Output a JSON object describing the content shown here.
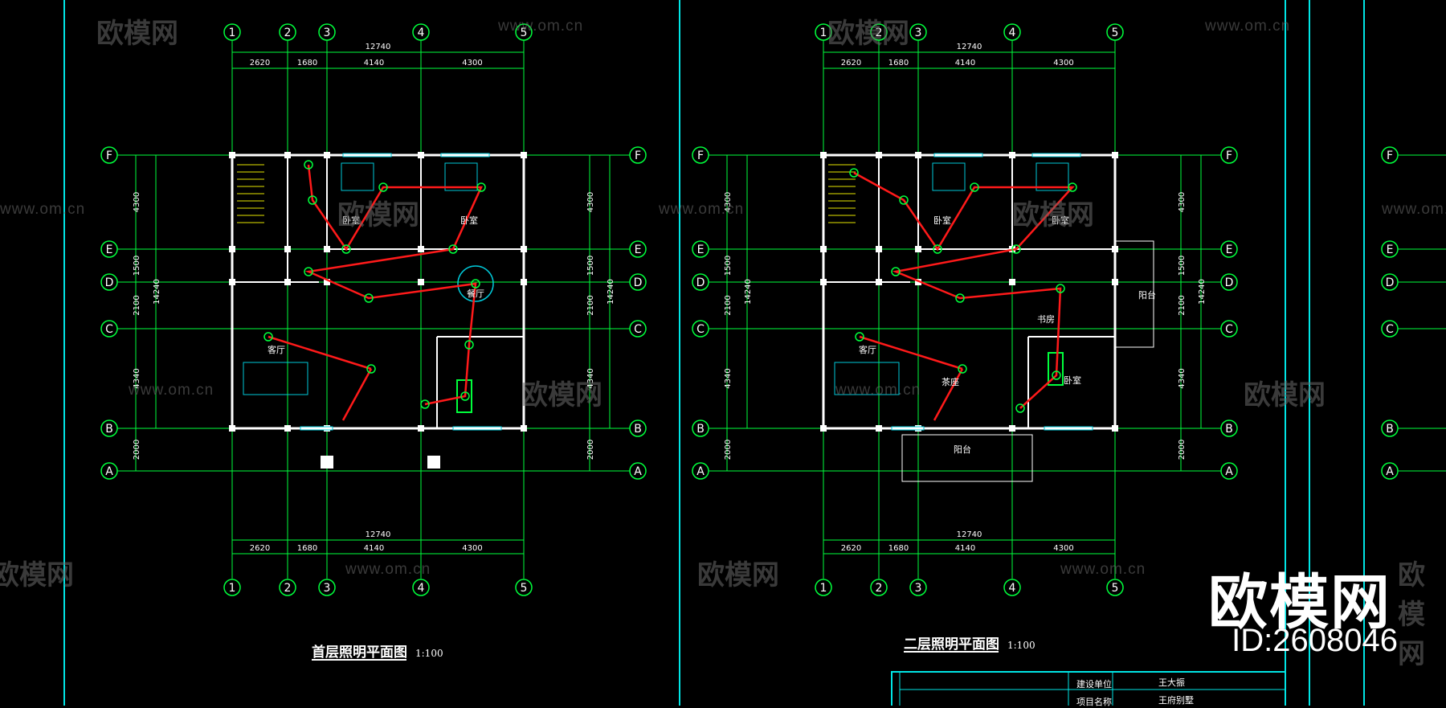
{
  "plans": [
    {
      "title": "首层照明平面图",
      "scale": "1:100",
      "grid_cols": [
        "1",
        "2",
        "3",
        "4",
        "5"
      ],
      "grid_rows": [
        "F",
        "E",
        "D",
        "C",
        "B",
        "A"
      ],
      "dims_top": [
        "2620",
        "1680",
        "4140",
        "4300"
      ],
      "total_width": "12740",
      "dims_side": [
        "4300",
        "1500",
        "2100",
        "4340",
        "2000"
      ],
      "total_depth": "14240",
      "rooms": [
        {
          "name": "卧室"
        },
        {
          "name": "卧室"
        },
        {
          "name": "客厅"
        },
        {
          "name": "餐厅"
        }
      ]
    },
    {
      "title": "二层照明平面图",
      "scale": "1:100",
      "grid_cols": [
        "1",
        "2",
        "3",
        "4",
        "5"
      ],
      "grid_rows": [
        "F",
        "E",
        "D",
        "C",
        "B",
        "A"
      ],
      "dims_top": [
        "2620",
        "1680",
        "4140",
        "4300"
      ],
      "total_width": "12740",
      "dims_side": [
        "4300",
        "1500",
        "2100",
        "4340",
        "2000"
      ],
      "total_depth": "14240",
      "rooms": [
        {
          "name": "卧室"
        },
        {
          "name": "卧室"
        },
        {
          "name": "客厅"
        },
        {
          "name": "茶座"
        },
        {
          "name": "书房"
        },
        {
          "name": "卧室"
        },
        {
          "name": "阳台"
        },
        {
          "name": "阳台"
        }
      ]
    }
  ],
  "partial_rows": [
    "F",
    "E",
    "D",
    "C",
    "B",
    "A"
  ],
  "title_block": {
    "rows": [
      {
        "label": "建设单位",
        "value": "王大振"
      },
      {
        "label": "项目名称",
        "value": "王府别墅"
      }
    ]
  },
  "watermark": {
    "brand_cn": "欧模网",
    "url": "www.om.cn"
  },
  "badge": {
    "brand": "欧模网",
    "id": "ID:2608046"
  },
  "colors": {
    "grid": "#00ff3c",
    "wall": "#ffffff",
    "frame": "#00e5e5",
    "wire": "#ff1a1a",
    "furniture": "#00c8d8",
    "stair": "#e6e600"
  }
}
